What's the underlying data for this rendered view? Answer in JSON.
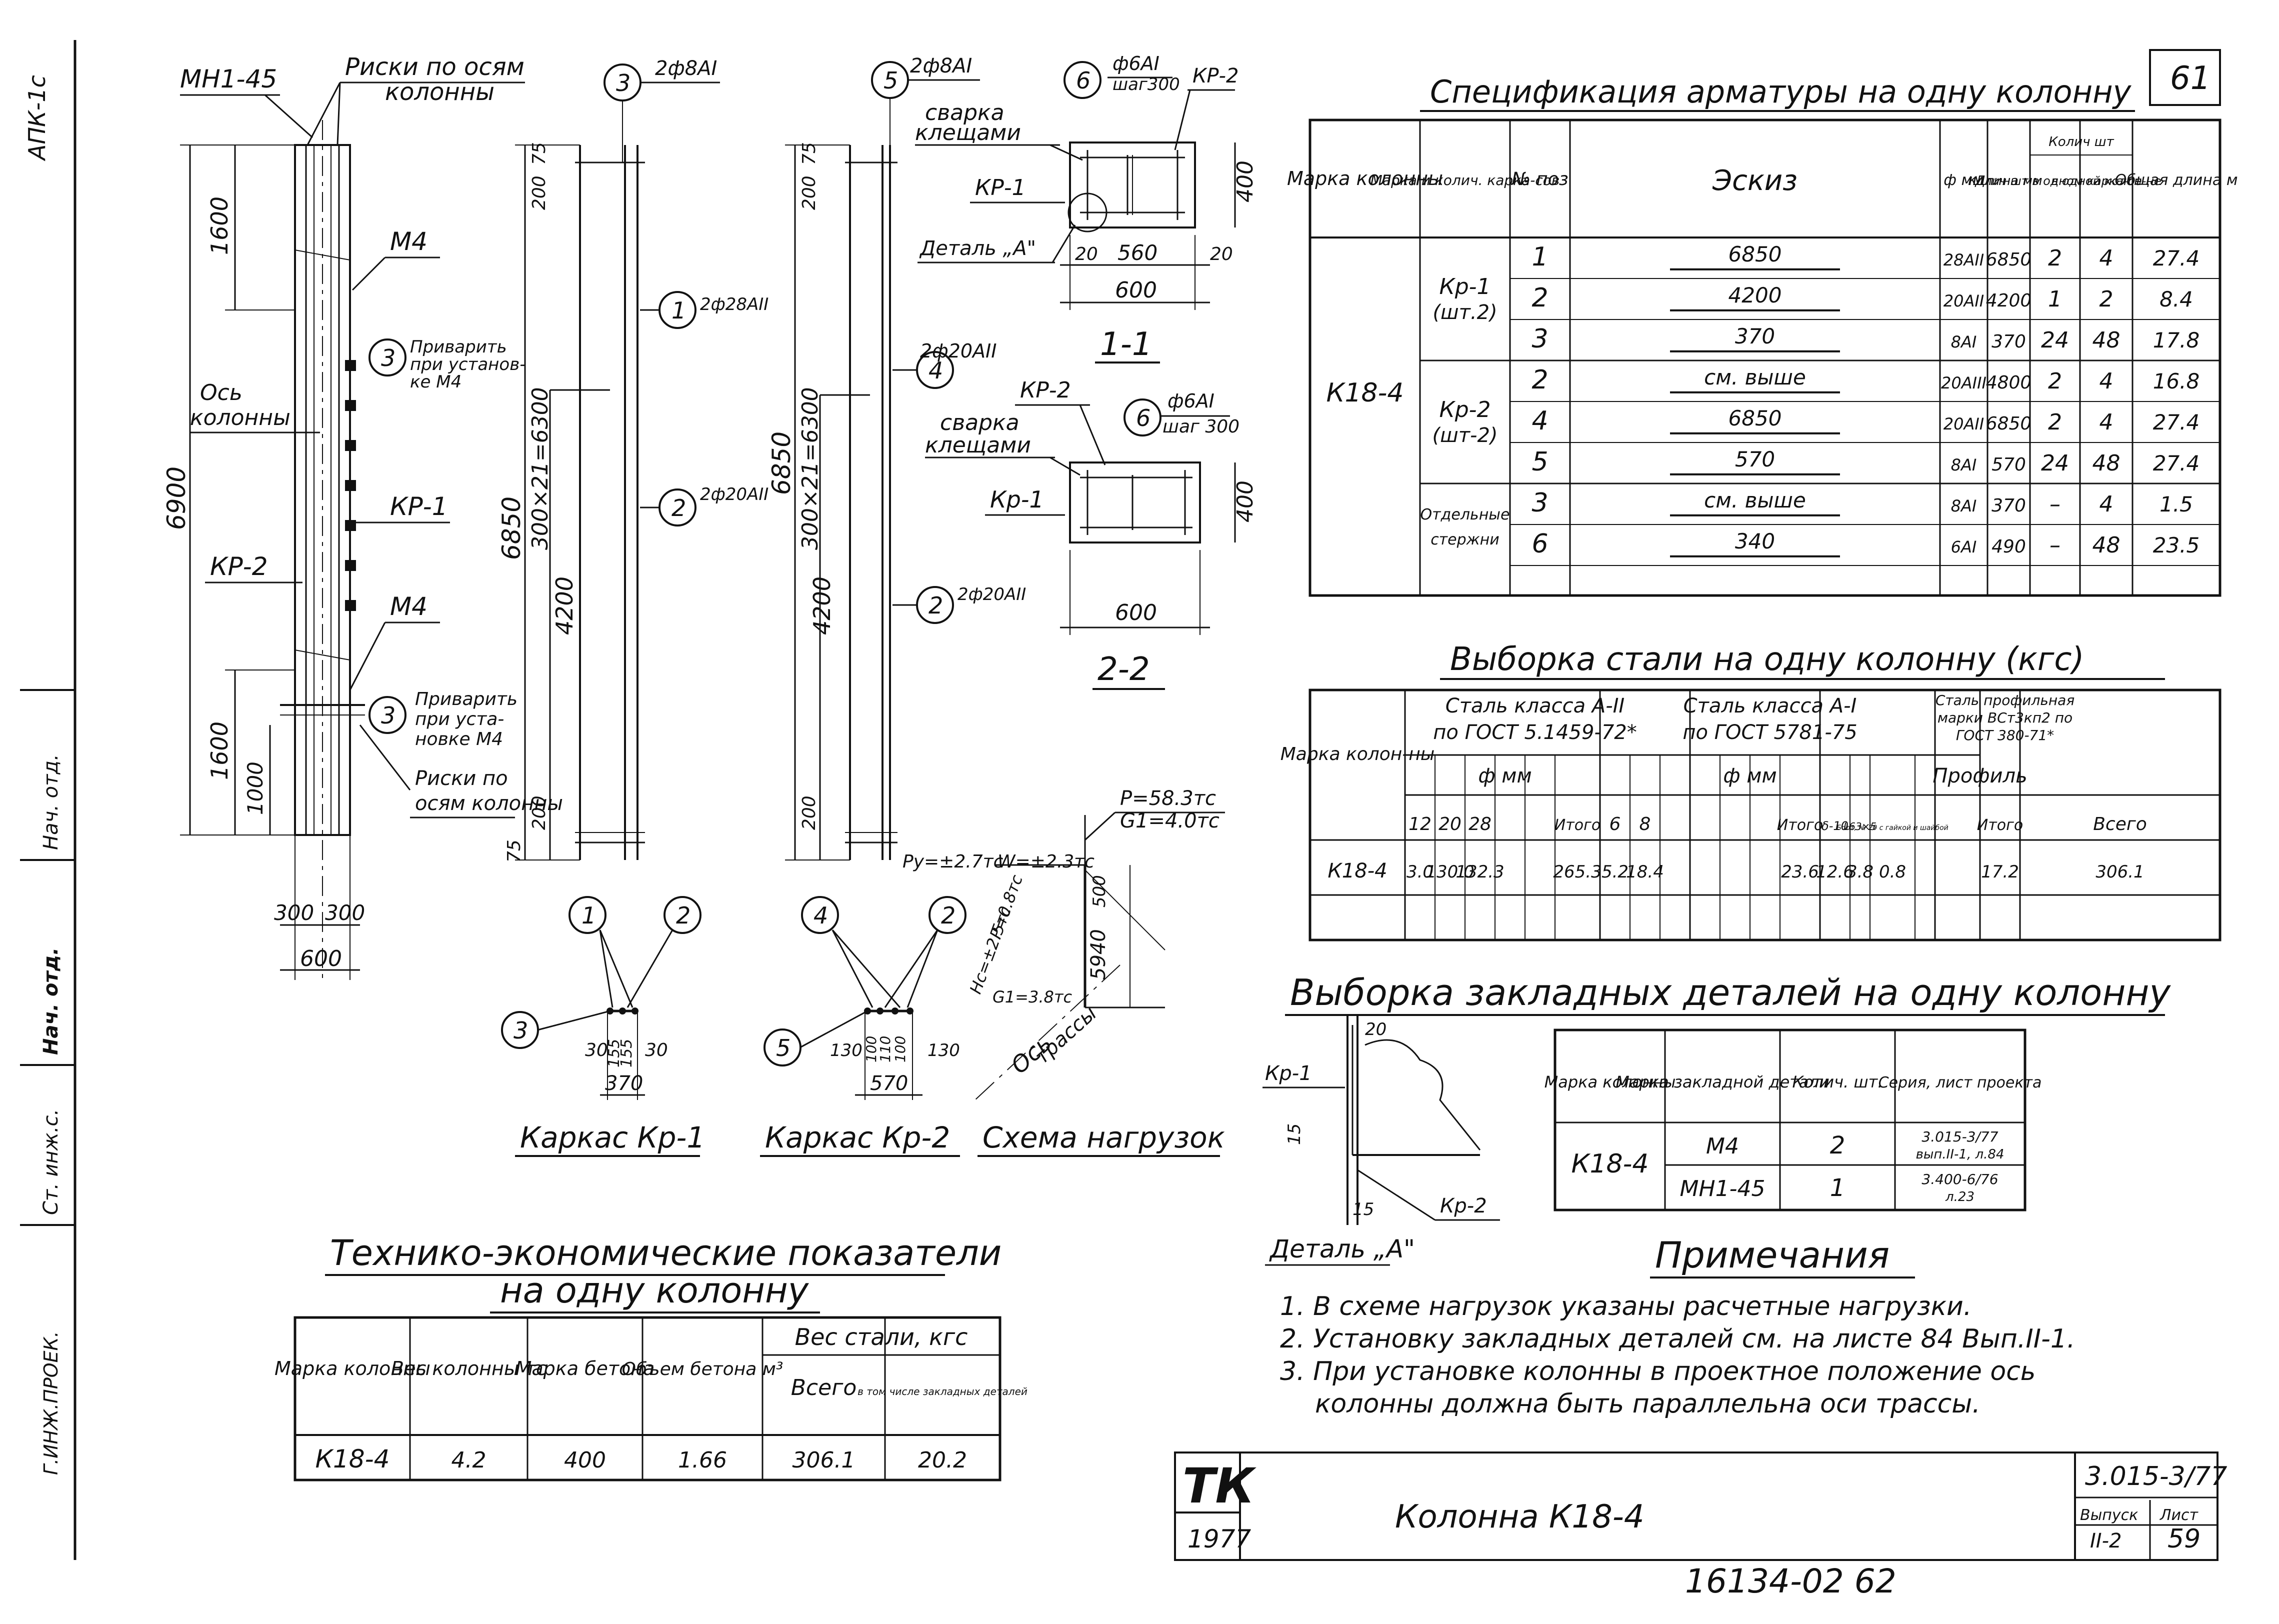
{
  "side_stamp": {
    "code": "АПК-1с",
    "labels": [
      "Ст. инж.с.",
      "Нач. отд.",
      "Нач. отд.",
      "Г.ИНЖ.ПРОЕК."
    ]
  },
  "sheet_no_top": "61",
  "column_elevation": {
    "labels": {
      "mh": "МН1-45",
      "risks_top_1": "Риски по осям",
      "risks_top_2": "колонны",
      "m4_top": "М4",
      "m4_bottom": "М4",
      "axis_1": "Ось",
      "axis_2": "колонны",
      "kr1": "КР-1",
      "kr2": "КР-2",
      "weld_top_1": "Приварить",
      "weld_top_2": "при установ-",
      "weld_top_3": "ке М4",
      "weld_bot_1": "Приварить",
      "weld_bot_2": "при уста-",
      "weld_bot_3": "новке М4",
      "risks_bot_1": "Риски по",
      "risks_bot_2": "осям колонны",
      "callout_3": "3"
    },
    "dims": {
      "total": "6900",
      "top": "1600",
      "bottom": "1600",
      "bottom_inner": "1000",
      "w_left": "300",
      "w_right": "300",
      "w_total": "600"
    }
  },
  "cage_kr1_elev": {
    "callout_top": "3",
    "bar_top": "2ф8АI",
    "callout_1": "1",
    "bar_1": "2ф28АII",
    "callout_2": "2",
    "bar_2": "2ф20АII",
    "dims": {
      "top75": "75",
      "top200": "200",
      "span": "300×21=6300",
      "total": "6850",
      "len4200": "4200",
      "bot200": "200",
      "bot75": "75"
    }
  },
  "cage_kr2_elev": {
    "callout_top": "5",
    "bar_top": "2ф8АI",
    "callout_4": "4",
    "bar_4": "2ф20АII",
    "callout_2": "2",
    "bar_2": "2ф20АII",
    "dims": {
      "top75": "75",
      "top200": "200",
      "span": "300×21=6300",
      "total": "6850",
      "len4200": "4200",
      "bot200": "200"
    }
  },
  "section_1_1": {
    "callout": "6",
    "stirrup": "ф6АI",
    "step": "шаг300",
    "kr2": "КР-2",
    "weld_1": "сварка",
    "weld_2": "клещами",
    "kr1": "КР-1",
    "detail": "Деталь „А\"",
    "dims": {
      "left": "20",
      "mid": "560",
      "right": "20",
      "total": "600",
      "height": "400"
    },
    "title": "1-1"
  },
  "section_2_2": {
    "callout": "6",
    "stirrup": "ф6АI",
    "step": "шаг 300",
    "kr2": "КР-2",
    "weld_1": "сварка",
    "weld_2": "клещами",
    "kr1": "Кр-1",
    "dims": {
      "width": "600",
      "height": "400"
    },
    "title": "2-2"
  },
  "cage_sections": {
    "kr1": {
      "c1": "1",
      "c2": "2",
      "c3": "3",
      "d30l": "30",
      "d155a": "155",
      "d155b": "155",
      "d30r": "30",
      "w": "370",
      "title": "Каркас Кр-1"
    },
    "kr2": {
      "c4": "4",
      "c2": "2",
      "c5": "5",
      "d130l": "130",
      "d100": "100",
      "d110": "110",
      "d100b": "100",
      "d130r": "130",
      "w": "570",
      "title": "Каркас Кр-2"
    }
  },
  "load_scheme": {
    "p": "Р=58.3тс",
    "g1": "G1=4.0тс",
    "py": "Ру=±2.7тс",
    "w": "W=±2.3тс",
    "hc": "Hс=±2.5тс",
    "p2": "Р=0.8тс",
    "g": "G1=3.8тс",
    "h5": "500",
    "h5940": "5940",
    "axis_1": "Ось",
    "axis_2": "трассы",
    "title": "Схема нагрузок"
  },
  "detail_a": {
    "kr1": "Кр-1",
    "kr2": "Кр-2",
    "d20": "20",
    "d15a": "15",
    "d15b": "15",
    "title": "Деталь „А\""
  },
  "spec_title": "Спецификация арматуры на одну колонну",
  "spec_table": {
    "headers": [
      "Марка колонны",
      "Марка и колич. карка-сов",
      "№ поз",
      "Эскиз",
      "ф мм",
      "Длина мм",
      "Колич шт в одном карка-се",
      "в одной колон-не",
      "Общая длина м"
    ],
    "header_group": "Колич шт",
    "column_mark": "К18-4",
    "groups": [
      {
        "name_1": "Кр-1",
        "name_2": "(шт.2)"
      },
      {
        "name_1": "Кр-2",
        "name_2": "(шт-2)"
      },
      {
        "name_1": "Отдельные",
        "name_2": "стержни"
      }
    ],
    "rows": [
      {
        "pos": "1",
        "sketch": "6850",
        "dia": "28АII",
        "len": "6850",
        "q1": "2",
        "q2": "4",
        "total": "27.4"
      },
      {
        "pos": "2",
        "sketch": "4200",
        "dia": "20АII",
        "len": "4200",
        "q1": "1",
        "q2": "2",
        "total": "8.4"
      },
      {
        "pos": "3",
        "sketch": "370",
        "dia": "8АI",
        "len": "370",
        "q1": "24",
        "q2": "48",
        "total": "17.8"
      },
      {
        "pos": "2",
        "sketch": "см. выше",
        "dia": "20АIII",
        "len": "4800",
        "q1": "2",
        "q2": "4",
        "total": "16.8"
      },
      {
        "pos": "4",
        "sketch": "6850",
        "dia": "20АII",
        "len": "6850",
        "q1": "2",
        "q2": "4",
        "total": "27.4"
      },
      {
        "pos": "5",
        "sketch": "570",
        "dia": "8АI",
        "len": "570",
        "q1": "24",
        "q2": "48",
        "total": "27.4"
      },
      {
        "pos": "3",
        "sketch": "см. выше",
        "dia": "8АI",
        "len": "370",
        "q1": "–",
        "q2": "4",
        "total": "1.5"
      },
      {
        "pos": "6",
        "sketch": "340",
        "dia": "6АI",
        "len": "490",
        "q1": "–",
        "q2": "48",
        "total": "23.5"
      }
    ]
  },
  "steel_title": "Выборка стали на одну колонну (кгс)",
  "steel_table": {
    "h_mark": "Марка колон-ны",
    "h_a2_1": "Сталь класса А-II",
    "h_a2_2": "по ГОСТ 5.1459-72*",
    "h_a1_1": "Сталь класса А-I",
    "h_a1_2": "по ГОСТ 5781-75",
    "h_prof_1": "Сталь профильная",
    "h_prof_2": "марки ВСт3кп2 по",
    "h_prof_3": "ГОСТ 380-71*",
    "h_fmm_a": "ф мм",
    "h_fmm_b": "ф мм",
    "h_profile": "Профиль",
    "sub": [
      "12",
      "20",
      "28",
      "",
      "",
      "Итого",
      "6",
      "8",
      "",
      "",
      "",
      "Итого",
      "δ-10",
      "L63×5",
      "Болт, № 20 с гайкой и шайбой",
      "Итого",
      "Всего"
    ],
    "row": [
      "К18-4",
      "3.0",
      "130.0",
      "132.3",
      "",
      "",
      "265.3",
      "5.2",
      "18.4",
      "",
      "",
      "",
      "23.6",
      "12.6",
      "3.8",
      "0.8",
      "17.2",
      "306.1"
    ]
  },
  "embed_title": "Выборка закладных деталей на одну колонну",
  "embed_table": {
    "headers": [
      "Марка колонны",
      "Марка закладной детали",
      "Колич. шт.",
      "Серия, лист проекта"
    ],
    "mark": "К18-4",
    "rows": [
      {
        "part": "М4",
        "qty": "2",
        "ref_1": "3.015-3/77",
        "ref_2": "вып.II-1, л.84"
      },
      {
        "part": "МН1-45",
        "qty": "1",
        "ref_1": "3.400-6/76",
        "ref_2": "л.23"
      }
    ]
  },
  "tep_title_1": "Технико-экономические показатели",
  "tep_title_2": "на одну колонну",
  "tep_table": {
    "headers": [
      "Марка колонны",
      "Вес колонны тс",
      "Марка бетона",
      "Объем бетона м³",
      "Вес стали, кгс",
      "Всего",
      "в том числе закладных деталей"
    ],
    "row": [
      "К18-4",
      "4.2",
      "400",
      "1.66",
      "306.1",
      "20.2"
    ]
  },
  "notes_title": "Примечания",
  "notes": [
    "1. В схеме нагрузок указаны расчетные нагрузки.",
    "2. Установку закладных деталей см. на листе 84 Вып.II-1.",
    "3. При установке колонны в проектное положение ось",
    "колонны должна быть параллельна оси трассы."
  ],
  "title_block": {
    "logo": "ТК",
    "year": "1977",
    "title": "Колонна К18-4",
    "series": "3.015-3/77",
    "issue_label": "Выпуск",
    "issue": "II-2",
    "sheet_label": "Лист",
    "sheet": "59"
  },
  "footer_code": "16134-02 62"
}
